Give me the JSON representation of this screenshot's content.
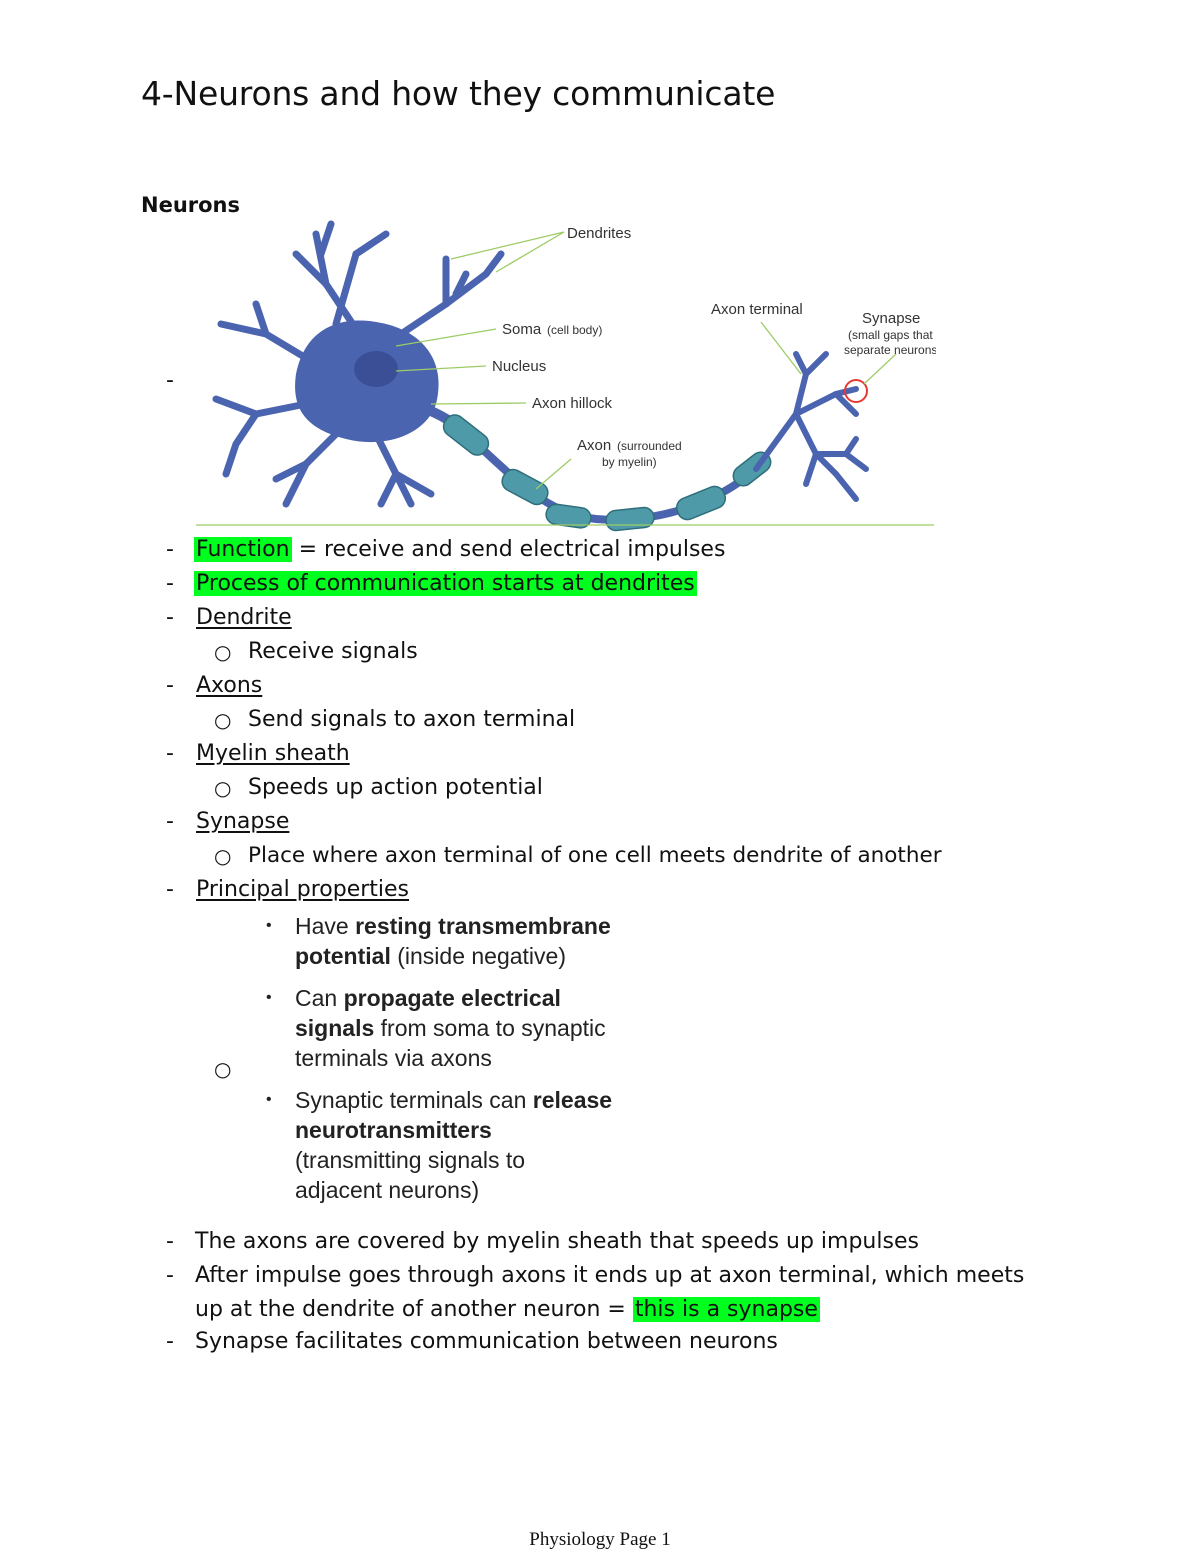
{
  "title": "4-Neurons and how they communicate",
  "heading": "Neurons",
  "diagram": {
    "labels": {
      "dendrites": "Dendrites",
      "soma": "Soma",
      "soma_note": "(cell body)",
      "nucleus": "Nucleus",
      "axon_hillock": "Axon hillock",
      "axon": "Axon",
      "axon_note1": "(surrounded",
      "axon_note2": "by myelin)",
      "axon_terminal": "Axon terminal",
      "synapse": "Synapse",
      "synapse_note1": "(small gaps that",
      "synapse_note2": "separate neurons)"
    },
    "colors": {
      "neuron": "#4a64b0",
      "myelin": "#4f9aa8",
      "leader": "#9ccc65",
      "synapse_circle": "#e53935"
    }
  },
  "bullets": {
    "function_label": "Function",
    "function_rest": " = receive and send electrical impulses",
    "process": "Process of communication starts at dendrites",
    "dendrite": "Dendrite",
    "dendrite_sub": "Receive signals",
    "axons": "Axons",
    "axons_sub": "Send signals to axon terminal",
    "myelin": "Myelin sheath",
    "myelin_sub": "Speeds up action potential",
    "synapse": "Synapse",
    "synapse_sub": "Place where axon terminal of one cell meets dendrite of another",
    "principal": "Principal properties"
  },
  "properties": {
    "p1": {
      "a": "Have ",
      "b": "resting transmembrane",
      "c": "potential",
      "d": " (inside negative)"
    },
    "p2": {
      "a": "Can ",
      "b": "propagate electrical",
      "c": "signals",
      "d": " from soma to synaptic",
      "e": "terminals via axons"
    },
    "p3": {
      "a": "Synaptic terminals can ",
      "b": "release",
      "c": "neurotransmitters",
      "d": "(transmitting signals to",
      "e": "adjacent neurons)"
    }
  },
  "closing": {
    "line1": "The axons are covered by myelin sheath that speeds up impulses",
    "line2a": "After impulse goes through axons it ends up at axon terminal, which meets",
    "line2b": "up at the dendrite of another neuron = ",
    "line2_hl": "this is a synapse",
    "line3": "Synapse facilitates communication between neurons"
  },
  "footer": "Physiology Page 1"
}
